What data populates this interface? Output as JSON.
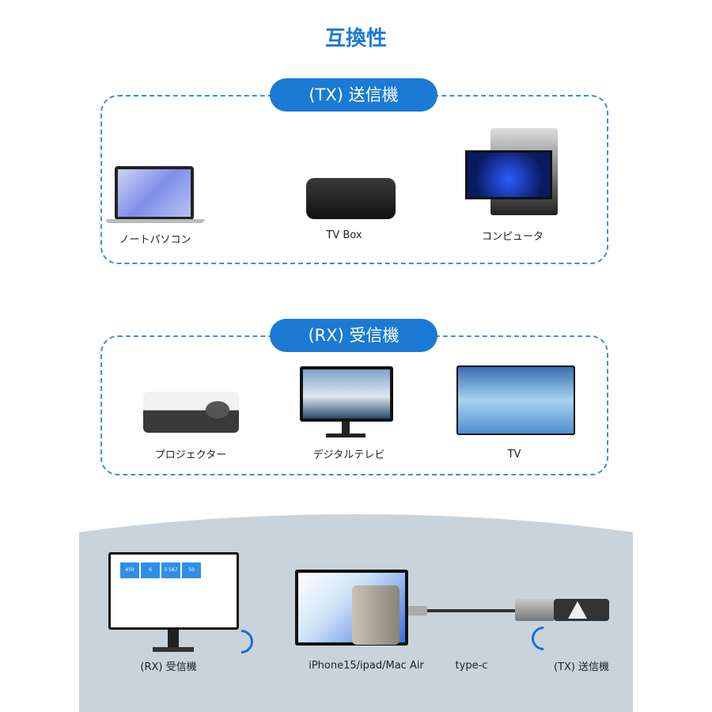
{
  "title": "互換性",
  "tx_section": {
    "label": "(TX) 送信機",
    "devices": [
      {
        "name": "ノートパソコン"
      },
      {
        "name": "TV Box"
      },
      {
        "name": "コンピュータ"
      }
    ]
  },
  "rx_section": {
    "label": "(RX) 受信機",
    "devices": [
      {
        "name": "プロジェクター"
      },
      {
        "name": "デジタルテレビ"
      },
      {
        "name": "TV"
      }
    ]
  },
  "diagram": {
    "receiver_label": "(RX) 受信機",
    "source_label": "iPhone15/ipad/Mac Air",
    "cable_label": "type-c",
    "transmitter_label": "(TX) 送信機",
    "dashboard_tiles": [
      "450",
      "6",
      "3 567",
      "50"
    ]
  },
  "colors": {
    "accent": "#1a7ad4",
    "panel": "#c9d3dc"
  }
}
